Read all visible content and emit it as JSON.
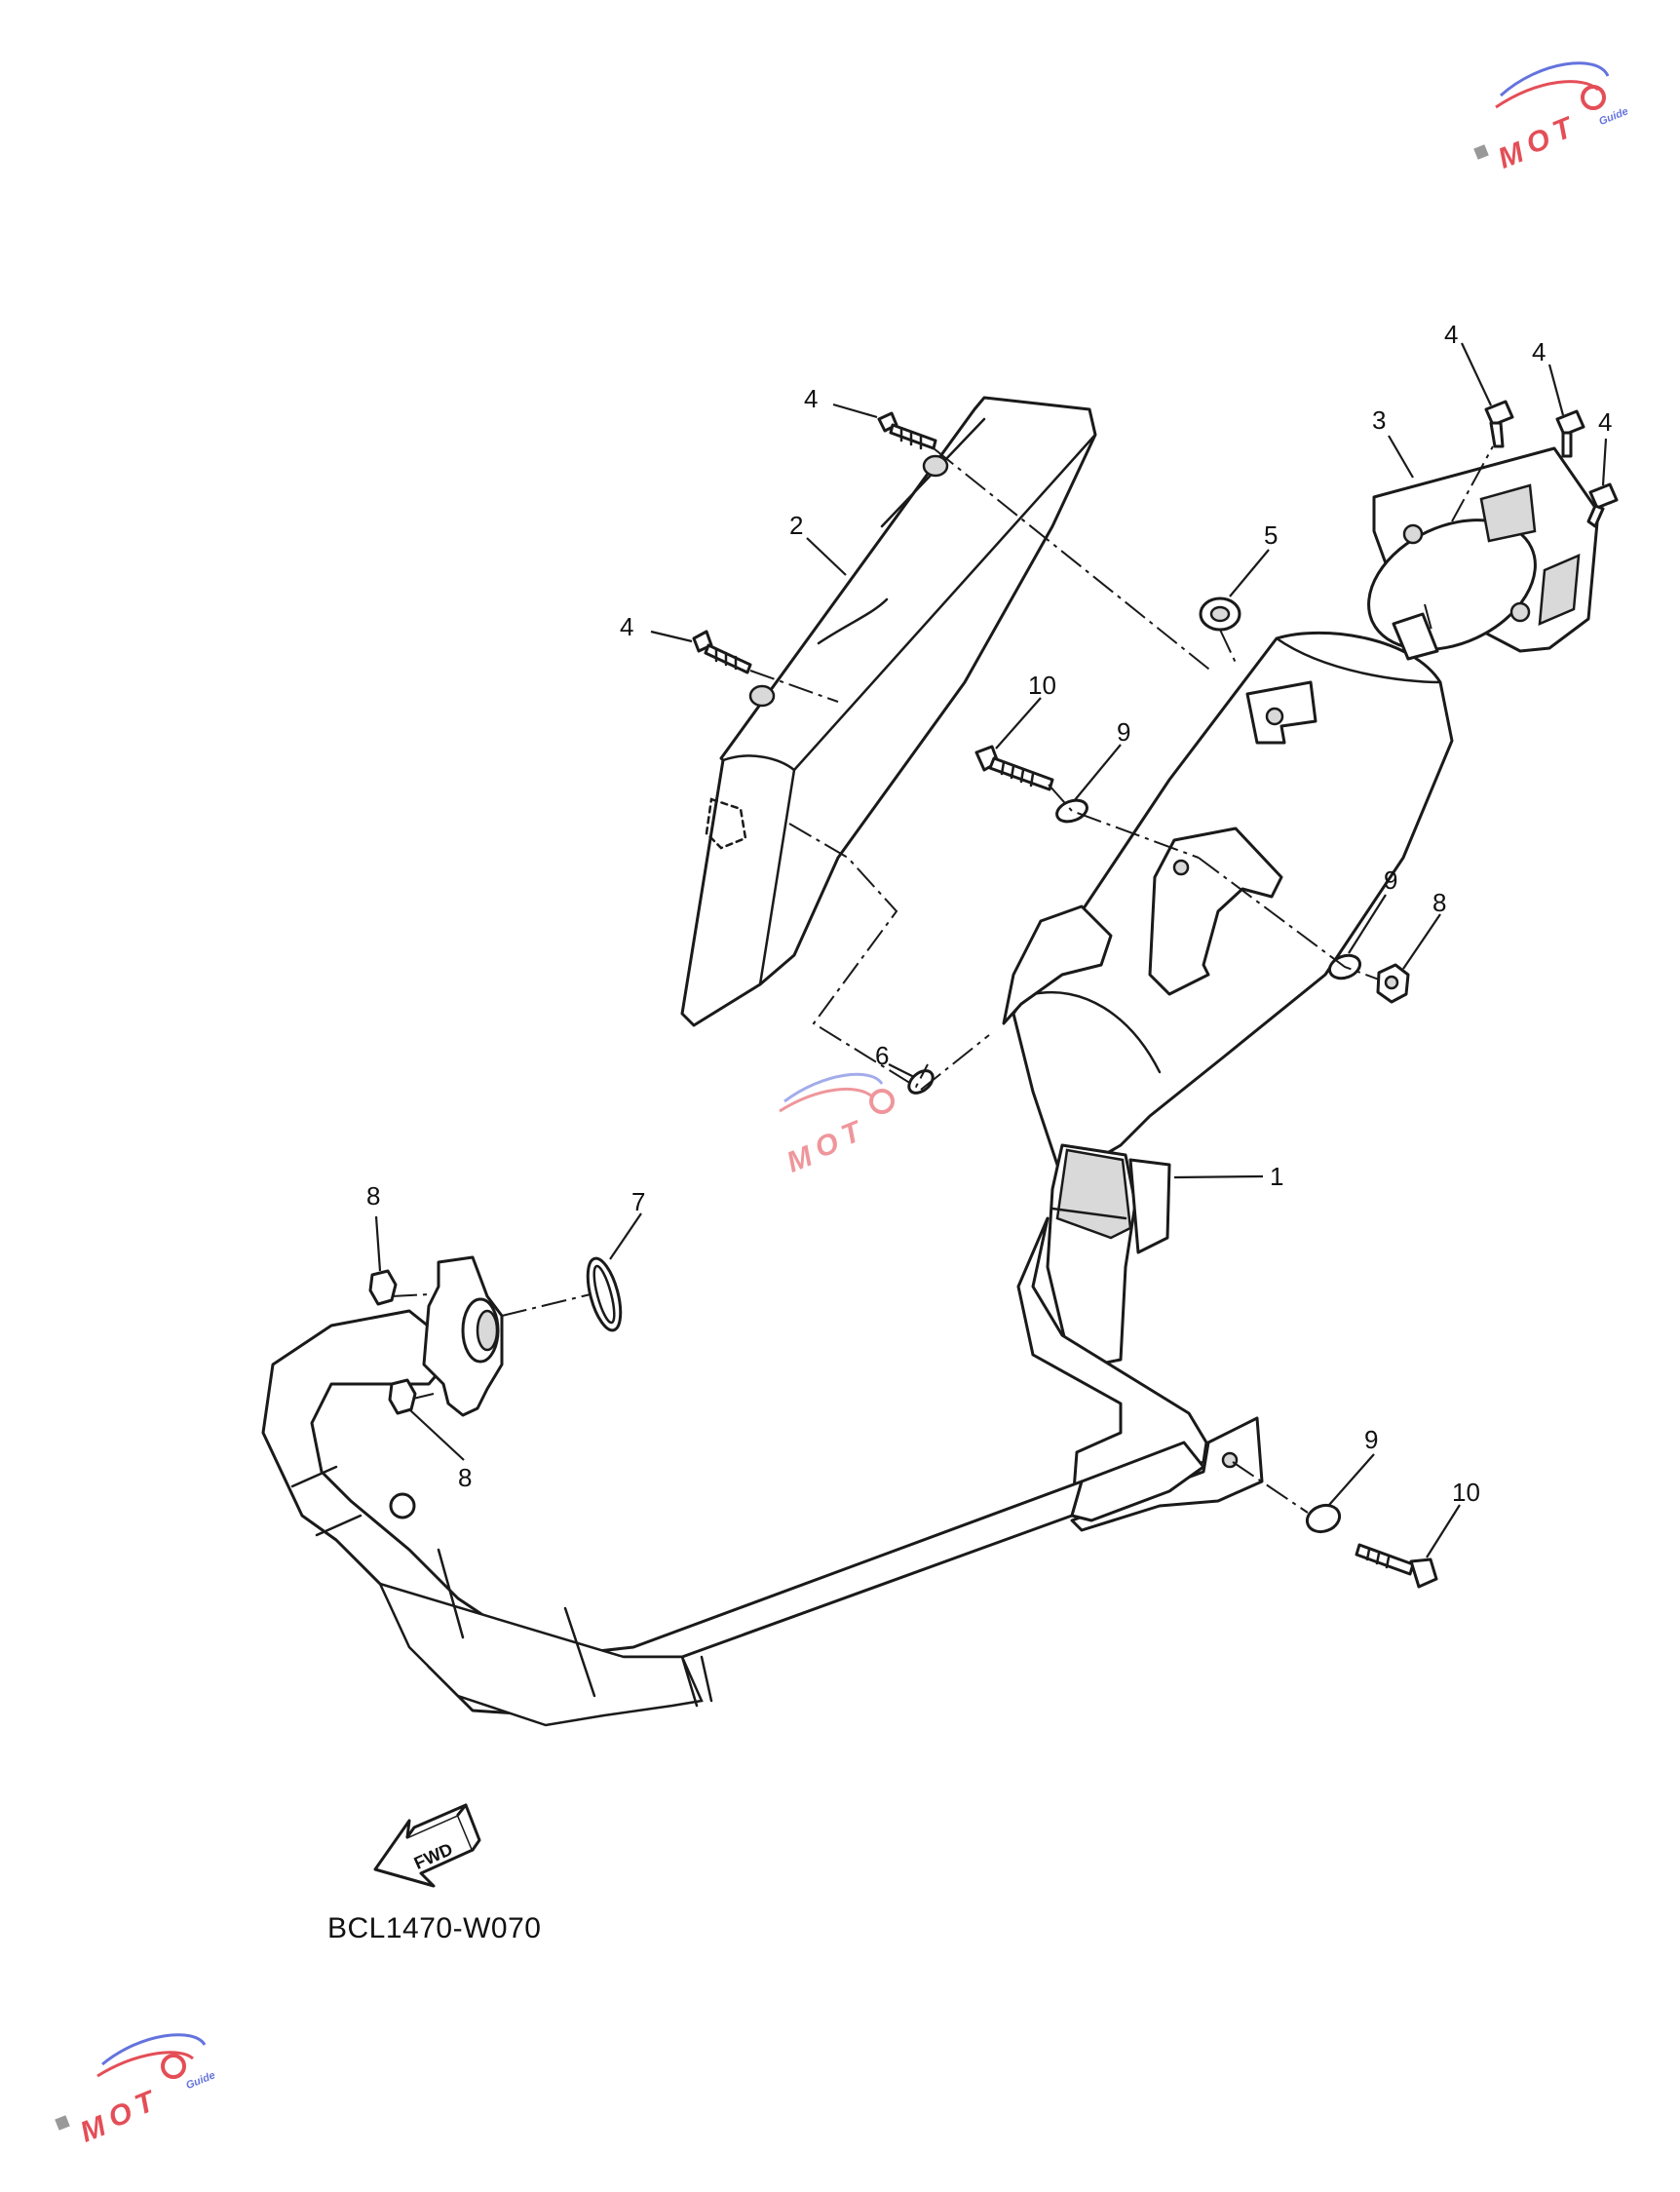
{
  "diagram": {
    "code": "BCL1470-W070",
    "fwd_label": "FWD",
    "callouts": [
      {
        "id": "c1",
        "text": "1"
      },
      {
        "id": "c2",
        "text": "2"
      },
      {
        "id": "c3",
        "text": "3"
      },
      {
        "id": "c4a",
        "text": "4"
      },
      {
        "id": "c4b",
        "text": "4"
      },
      {
        "id": "c4c",
        "text": "4"
      },
      {
        "id": "c4d",
        "text": "4"
      },
      {
        "id": "c4e",
        "text": "4"
      },
      {
        "id": "c5",
        "text": "5"
      },
      {
        "id": "c6",
        "text": "6"
      },
      {
        "id": "c7",
        "text": "7"
      },
      {
        "id": "c8a",
        "text": "8"
      },
      {
        "id": "c8b",
        "text": "8"
      },
      {
        "id": "c8c",
        "text": "8"
      },
      {
        "id": "c9a",
        "text": "9"
      },
      {
        "id": "c9b",
        "text": "9"
      },
      {
        "id": "c9c",
        "text": "9"
      },
      {
        "id": "c10a",
        "text": "10"
      },
      {
        "id": "c10b",
        "text": "10"
      }
    ]
  },
  "watermark": {
    "brand": "MOTO",
    "sub": "Guide"
  },
  "colors": {
    "line": "#1a1a1a",
    "watermark_red": "#e0303a",
    "watermark_blue": "#4a5bd8"
  }
}
